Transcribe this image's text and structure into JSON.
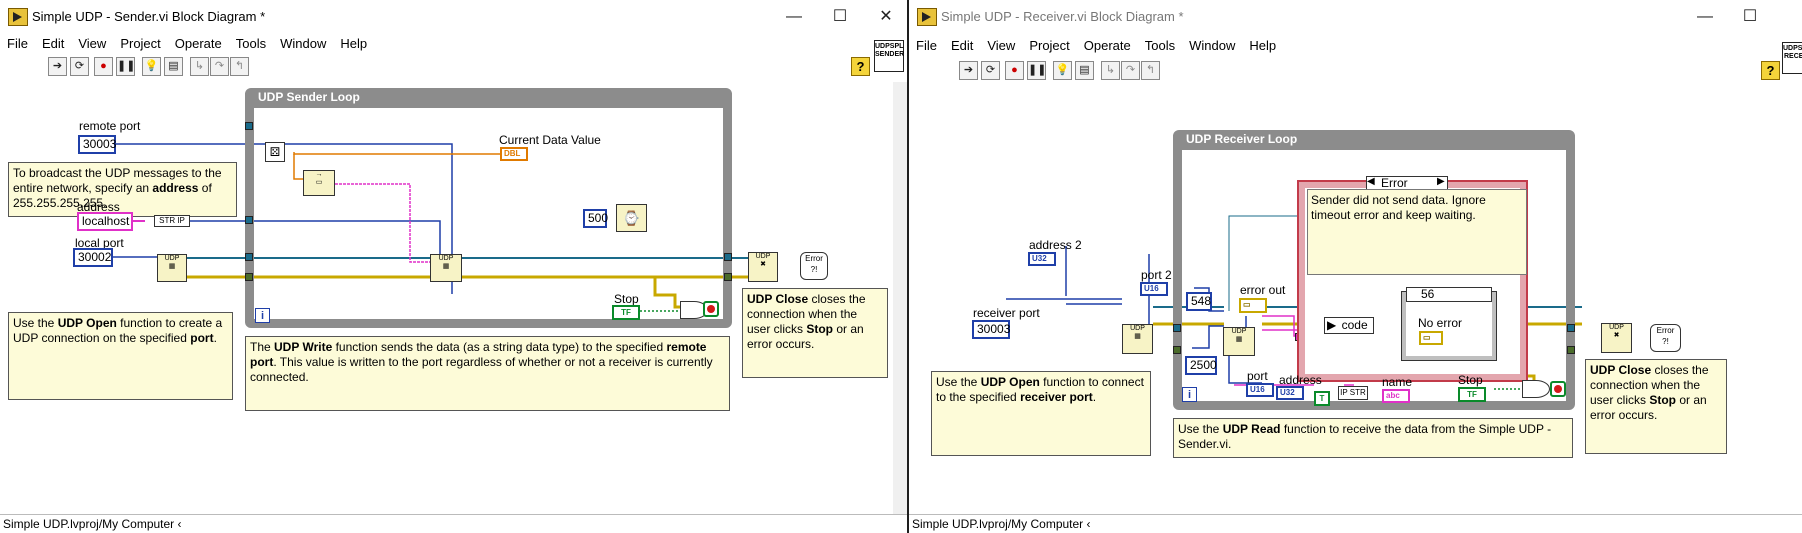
{
  "sender": {
    "title": "Simple UDP - Sender.vi Block Diagram *",
    "menu": [
      "File",
      "Edit",
      "View",
      "Project",
      "Operate",
      "Tools",
      "Window",
      "Help"
    ],
    "vi_icon": "UDPSPL SENDER",
    "loop_label": "UDP Sender Loop",
    "remote_port_label": "remote port",
    "remote_port_value": "30003",
    "address_label": "address",
    "address_value": "localhost",
    "local_port_label": "local port",
    "local_port_value": "30002",
    "current_data_label": "Current Data Value",
    "current_data_type": "DBL",
    "wait_value": "500",
    "stop_label": "Stop",
    "str_ip": "STR IP",
    "iter_symbol": "i",
    "note_broadcast": [
      "To broadcast the UDP messages to the entire network, specify an ",
      "address",
      " of 255.255.255.255."
    ],
    "note_open": [
      "Use the ",
      "UDP Open",
      " function to create a UDP connection on the specified ",
      "port",
      "."
    ],
    "note_write": [
      "The ",
      "UDP Write",
      " function sends the data (as a string data type) to the specified ",
      "remote port",
      ". This value is written to the port regardless of whether or not a receiver is currently connected."
    ],
    "note_close": [
      "UDP Close",
      " closes the connection when the user clicks ",
      "Stop",
      " or an error occurs."
    ],
    "status_path": "Simple UDP.lvproj/My Computer"
  },
  "receiver": {
    "title": "Simple UDP - Receiver.vi Block Diagram *",
    "menu": [
      "File",
      "Edit",
      "View",
      "Project",
      "Operate",
      "Tools",
      "Window",
      "Help"
    ],
    "vi_icon": "UDPSPL RECEIV",
    "loop_label": "UDP Receiver Loop",
    "address2_label": "address 2",
    "address2_type": "U32",
    "port2_label": "port 2",
    "port2_type": "U16",
    "receiver_port_label": "receiver port",
    "receiver_port_value": "30003",
    "bytes_value": "548",
    "timeout_value": "2500",
    "error_out_label": "error out",
    "case_selector": "Error",
    "case_note": "Sender did not send data. Ignore timeout error and keep waiting.",
    "code_label": "code",
    "inner_case_selector": "56",
    "no_error_label": "No error",
    "port_label": "port",
    "port_type": "U16",
    "address_label": "address",
    "address_type": "U32",
    "name_label": "name",
    "name_type": "abc",
    "stop_label": "Stop",
    "iter_symbol": "i",
    "note_open": [
      "Use the ",
      "UDP Open",
      " function to connect to the specified ",
      "receiver port",
      "."
    ],
    "note_read": [
      "Use the ",
      "UDP Read",
      " function to receive the data from the Simple UDP - Sender.vi."
    ],
    "note_close": [
      "UDP Close",
      " closes the connection when the user clicks ",
      "Stop",
      " or an error occurs."
    ],
    "status_path": "Simple UDP.lvproj/My Computer"
  },
  "window_controls": {
    "minimize": "—",
    "maximize": "☐",
    "close": "✕"
  },
  "colors": {
    "u16_wire": "#1f3fa8",
    "string_wire": "#e030c8",
    "dbl_wire": "#e07a00",
    "error_wire": "#c8a800",
    "udp_wire": "#1a6b8a",
    "bool_wire": "#0a8a2a",
    "loop_frame": "#8c8c8c",
    "case_frame": "#c23b4a"
  }
}
